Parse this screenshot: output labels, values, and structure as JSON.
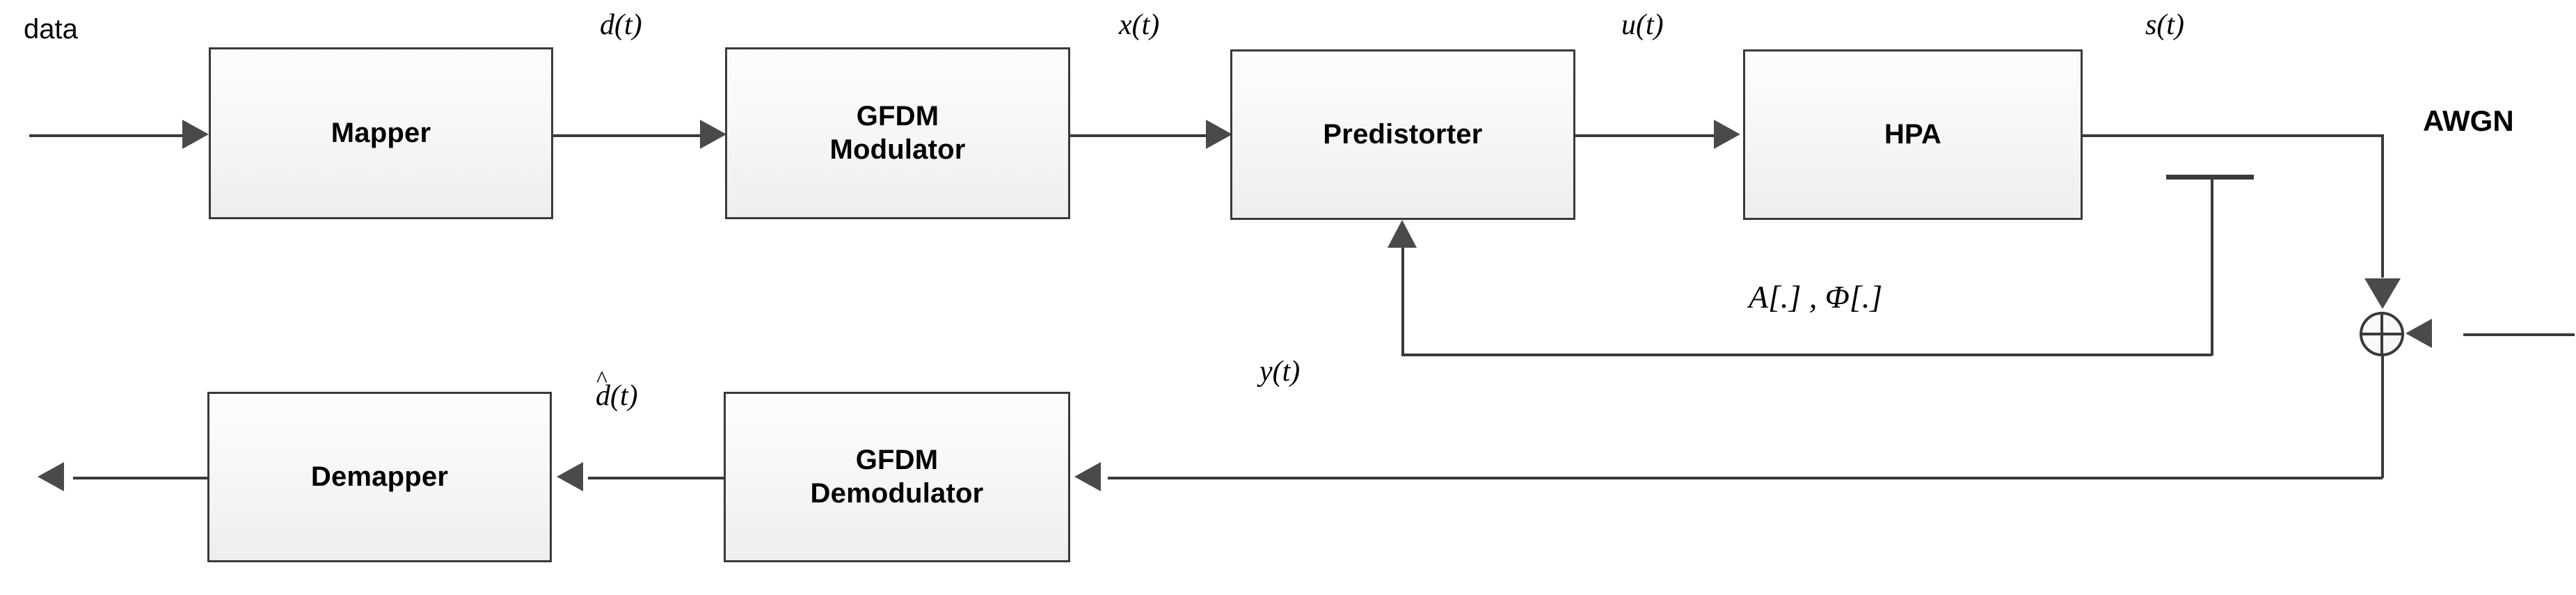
{
  "diagram": {
    "title": "GFDM transmitter-receiver chain with predistorter and HPA",
    "line_color": "#3a3a3a",
    "arrow_color": "#4a4a4a",
    "block_fill": "#f4f4f4"
  },
  "blocks": [
    {
      "id": "mapper",
      "label": "Mapper"
    },
    {
      "id": "gfdm-modulator",
      "label": "GFDM\nModulator"
    },
    {
      "id": "predistorter",
      "label": "Predistorter"
    },
    {
      "id": "hpa",
      "label": "HPA"
    },
    {
      "id": "demapper",
      "label": "Demapper"
    },
    {
      "id": "gfdm-demodulator",
      "label": "GFDM\nDemodulator"
    }
  ],
  "signals": {
    "input": "data",
    "d_t": "d(t)",
    "x_t": "x(t)",
    "u_t": "u(t)",
    "s_t": "s(t)",
    "y_t": "y(t)",
    "d_hat_base": "d(t)",
    "d_hat_mark": "^",
    "feedback_params": "A[.] , Φ[.]",
    "noise": "AWGN"
  }
}
